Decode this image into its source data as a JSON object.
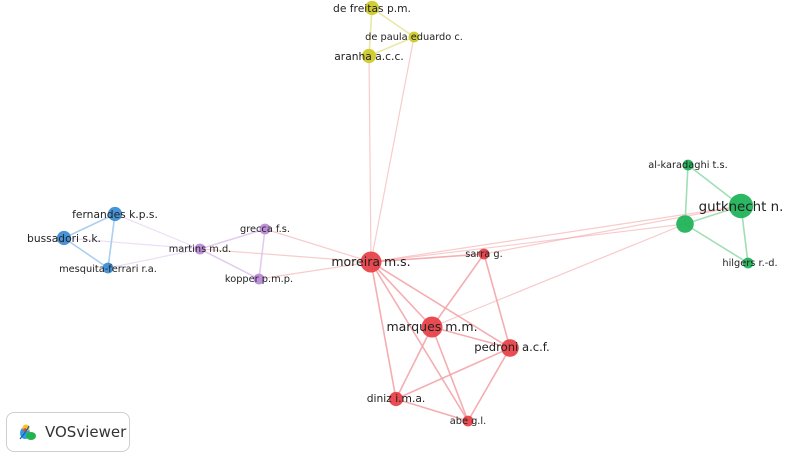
{
  "app": {
    "name": "VOSviewer"
  },
  "clusters": {
    "red": {
      "color": "#e8424a",
      "link": "#f2a0a3"
    },
    "green": {
      "color": "#21b35a",
      "link": "#8fd9a8"
    },
    "blue": {
      "color": "#3d8fd6",
      "link": "#9ec6ec"
    },
    "yellow": {
      "color": "#cfcb2a",
      "link": "#e6e39a"
    },
    "purple": {
      "color": "#b98ad6",
      "link": "#dcc4ec"
    }
  },
  "nodes": [
    {
      "id": "moreira",
      "label": "moreira m.s.",
      "cluster": "red",
      "weight": 5,
      "name": "node-moreira"
    },
    {
      "id": "marques",
      "label": "marques m.m.",
      "cluster": "red",
      "weight": 5,
      "name": "node-marques"
    },
    {
      "id": "pedroni",
      "label": "pedroni a.c.f.",
      "cluster": "red",
      "weight": 4,
      "name": "node-pedroni"
    },
    {
      "id": "sarra",
      "label": "sarra g.",
      "cluster": "red",
      "weight": 2,
      "name": "node-sarra"
    },
    {
      "id": "diniz",
      "label": "diniz i.m.a.",
      "cluster": "red",
      "weight": 3,
      "name": "node-diniz"
    },
    {
      "id": "abe",
      "label": "abe g.l.",
      "cluster": "red",
      "weight": 2,
      "name": "node-abe"
    },
    {
      "id": "gutknecht",
      "label": "gutknecht n.",
      "cluster": "green",
      "weight": 6,
      "name": "node-gutknecht"
    },
    {
      "id": "alkaradaghi",
      "label": "al-karadaghi t.s.",
      "cluster": "green",
      "weight": 2,
      "name": "node-al-karadaghi"
    },
    {
      "id": "hilgers",
      "label": "hilgers r.-d.",
      "cluster": "green",
      "weight": 2,
      "name": "node-hilgers"
    },
    {
      "id": "greenhub",
      "label": "",
      "cluster": "green",
      "weight": 4,
      "name": "node-green-unlabeled"
    },
    {
      "id": "fernandes",
      "label": "fernandes k.p.s.",
      "cluster": "blue",
      "weight": 3,
      "name": "node-fernandes"
    },
    {
      "id": "bussadori",
      "label": "bussadori s.k.",
      "cluster": "blue",
      "weight": 3,
      "name": "node-bussadori"
    },
    {
      "id": "mesquita",
      "label": "mesquita-ferrari r.a.",
      "cluster": "blue",
      "weight": 2,
      "name": "node-mesquita-ferrari"
    },
    {
      "id": "defreitas",
      "label": "de freitas p.m.",
      "cluster": "yellow",
      "weight": 3,
      "name": "node-de-freitas"
    },
    {
      "id": "depaula",
      "label": "de paula eduardo c.",
      "cluster": "yellow",
      "weight": 2,
      "name": "node-de-paula"
    },
    {
      "id": "aranha",
      "label": "aranha a.c.c.",
      "cluster": "yellow",
      "weight": 3,
      "name": "node-aranha"
    },
    {
      "id": "martins",
      "label": "martins m.d.",
      "cluster": "purple",
      "weight": 2,
      "name": "node-martins"
    },
    {
      "id": "grecca",
      "label": "grecca f.s.",
      "cluster": "purple",
      "weight": 2,
      "name": "node-grecca"
    },
    {
      "id": "kopper",
      "label": "kopper p.m.p.",
      "cluster": "purple",
      "weight": 2,
      "name": "node-kopper"
    }
  ],
  "links": [
    [
      "moreira",
      "marques"
    ],
    [
      "moreira",
      "pedroni"
    ],
    [
      "moreira",
      "sarra"
    ],
    [
      "moreira",
      "diniz"
    ],
    [
      "moreira",
      "abe"
    ],
    [
      "marques",
      "pedroni"
    ],
    [
      "marques",
      "sarra"
    ],
    [
      "marques",
      "diniz"
    ],
    [
      "marques",
      "abe"
    ],
    [
      "pedroni",
      "sarra"
    ],
    [
      "pedroni",
      "diniz"
    ],
    [
      "pedroni",
      "abe"
    ],
    [
      "diniz",
      "abe"
    ],
    [
      "moreira",
      "gutknecht"
    ],
    [
      "moreira",
      "greenhub"
    ],
    [
      "sarra",
      "gutknecht"
    ],
    [
      "marques",
      "greenhub"
    ],
    [
      "gutknecht",
      "alkaradaghi"
    ],
    [
      "gutknecht",
      "hilgers"
    ],
    [
      "gutknecht",
      "greenhub"
    ],
    [
      "greenhub",
      "alkaradaghi"
    ],
    [
      "greenhub",
      "hilgers"
    ],
    [
      "moreira",
      "aranha"
    ],
    [
      "moreira",
      "depaula"
    ],
    [
      "aranha",
      "defreitas"
    ],
    [
      "aranha",
      "depaula"
    ],
    [
      "defreitas",
      "depaula"
    ],
    [
      "moreira",
      "martins"
    ],
    [
      "moreira",
      "grecca"
    ],
    [
      "moreira",
      "kopper"
    ],
    [
      "martins",
      "grecca"
    ],
    [
      "martins",
      "kopper"
    ],
    [
      "grecca",
      "kopper"
    ],
    [
      "martins",
      "fernandes"
    ],
    [
      "martins",
      "bussadori"
    ],
    [
      "martins",
      "mesquita"
    ],
    [
      "fernandes",
      "bussadori"
    ],
    [
      "fernandes",
      "mesquita"
    ],
    [
      "bussadori",
      "mesquita"
    ]
  ]
}
